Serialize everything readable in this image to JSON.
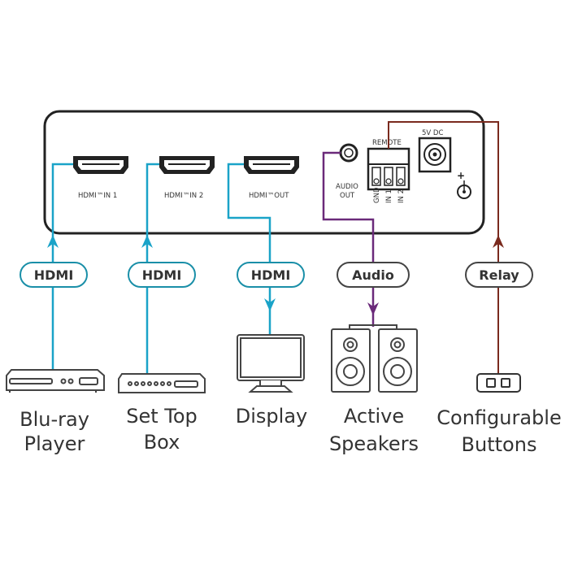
{
  "device": {
    "ports": {
      "hdmi_in_1": "HDMI™IN 1",
      "hdmi_in_2": "HDMI™IN 2",
      "hdmi_out": "HDMI™OUT",
      "audio_out_line1": "AUDIO",
      "audio_out_line2": "OUT",
      "remote": "REMOTE",
      "remote_pins": [
        "GND",
        "IN 1",
        "IN 2"
      ],
      "power": "5V DC"
    }
  },
  "connections": [
    {
      "label": "HDMI",
      "direction": "up",
      "color": "#1aa3c8"
    },
    {
      "label": "HDMI",
      "direction": "up",
      "color": "#1aa3c8"
    },
    {
      "label": "HDMI",
      "direction": "down",
      "color": "#1aa3c8"
    },
    {
      "label": "Audio",
      "direction": "down",
      "color": "#6b2a7a"
    },
    {
      "label": "Relay",
      "direction": "up",
      "color": "#7a2a1e"
    }
  ],
  "devices": [
    {
      "icon": "blu-ray-player-icon",
      "line1": "Blu-ray",
      "line2": "Player"
    },
    {
      "icon": "set-top-box-icon",
      "line1": "Set Top",
      "line2": "Box"
    },
    {
      "icon": "display-icon",
      "line1": "Display",
      "line2": ""
    },
    {
      "icon": "speakers-icon",
      "line1": "Active",
      "line2": "Speakers"
    },
    {
      "icon": "buttons-icon",
      "line1": "Configurable",
      "line2": "Buttons"
    }
  ]
}
